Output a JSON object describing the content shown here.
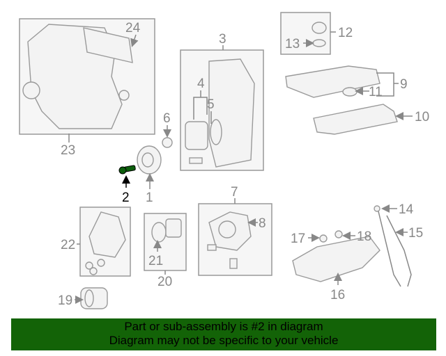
{
  "diagram": {
    "callouts": [
      "1",
      "2",
      "3",
      "4",
      "5",
      "6",
      "7",
      "8",
      "9",
      "10",
      "11",
      "12",
      "13",
      "14",
      "15",
      "16",
      "17",
      "18",
      "19",
      "20",
      "21",
      "22",
      "23",
      "24"
    ],
    "selected_part": "2",
    "highlight_color": "#0b5e0b"
  },
  "banner": {
    "line1": "Part or sub-assembly is #2 in diagram",
    "line2": "Diagram may not be specific to your vehicle",
    "background": "#136307"
  }
}
